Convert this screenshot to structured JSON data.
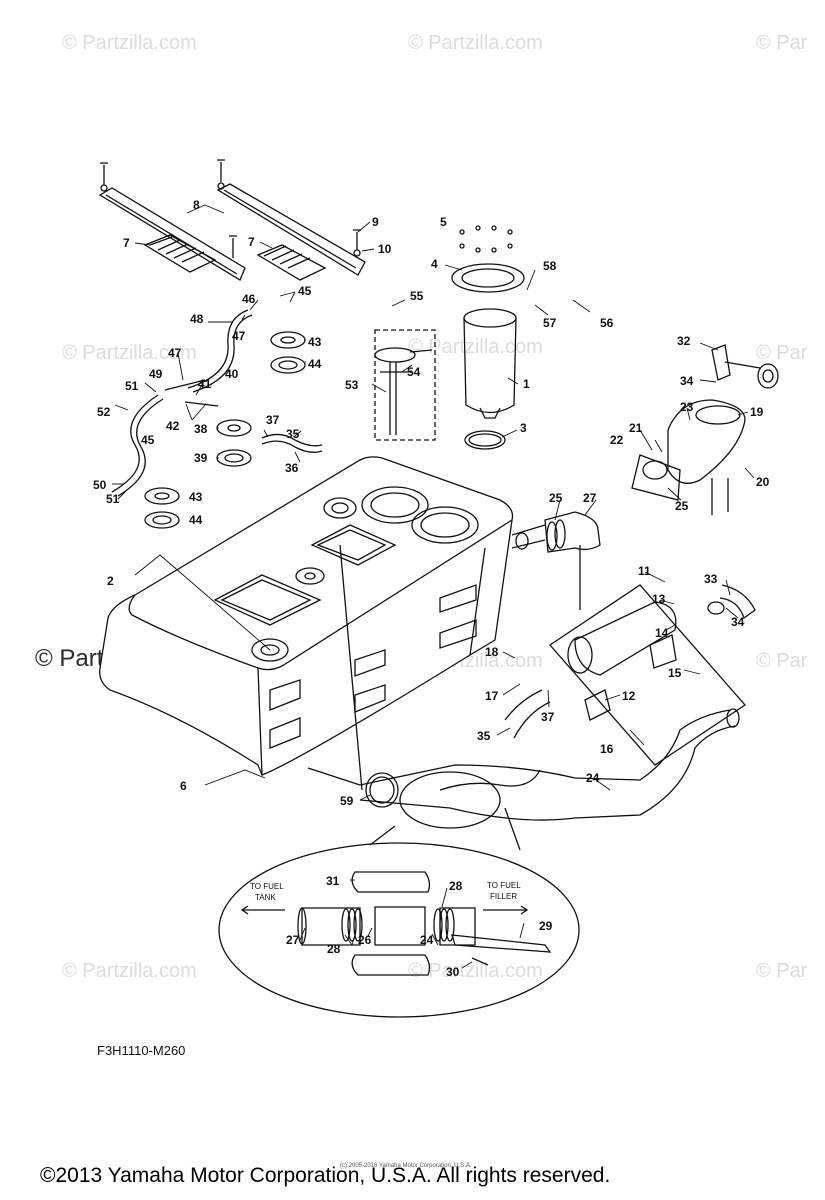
{
  "watermark": "© Partzilla.com",
  "watermark_partial": "© Par",
  "diagram_code": "F3H1110-M260",
  "copyright": "©2013 Yamaha Motor Corporation, U.S.A. All rights reserved.",
  "fine_print": "(c) 2005-2016 Yamaha Motor Corporation, U.S.A.",
  "detail_notes": {
    "to_fuel_tank_1": "TO FUEL",
    "to_fuel_tank_2": "TANK",
    "to_fuel_filler_1": "TO FUEL",
    "to_fuel_filler_2": "FILLER"
  },
  "callouts": [
    "1",
    "2",
    "3",
    "4",
    "5",
    "6",
    "7",
    "7",
    "8",
    "9",
    "10",
    "11",
    "12",
    "13",
    "14",
    "15",
    "16",
    "17",
    "18",
    "19",
    "20",
    "21",
    "22",
    "23",
    "24",
    "24",
    "25",
    "25",
    "26",
    "27",
    "27",
    "28",
    "28",
    "29",
    "30",
    "31",
    "32",
    "33",
    "34",
    "34",
    "35",
    "35",
    "36",
    "37",
    "37",
    "38",
    "39",
    "40",
    "41",
    "42",
    "43",
    "43",
    "44",
    "44",
    "45",
    "45",
    "46",
    "47",
    "47",
    "48",
    "49",
    "50",
    "51",
    "51",
    "52",
    "53",
    "54",
    "55",
    "56",
    "57",
    "58",
    "59"
  ]
}
